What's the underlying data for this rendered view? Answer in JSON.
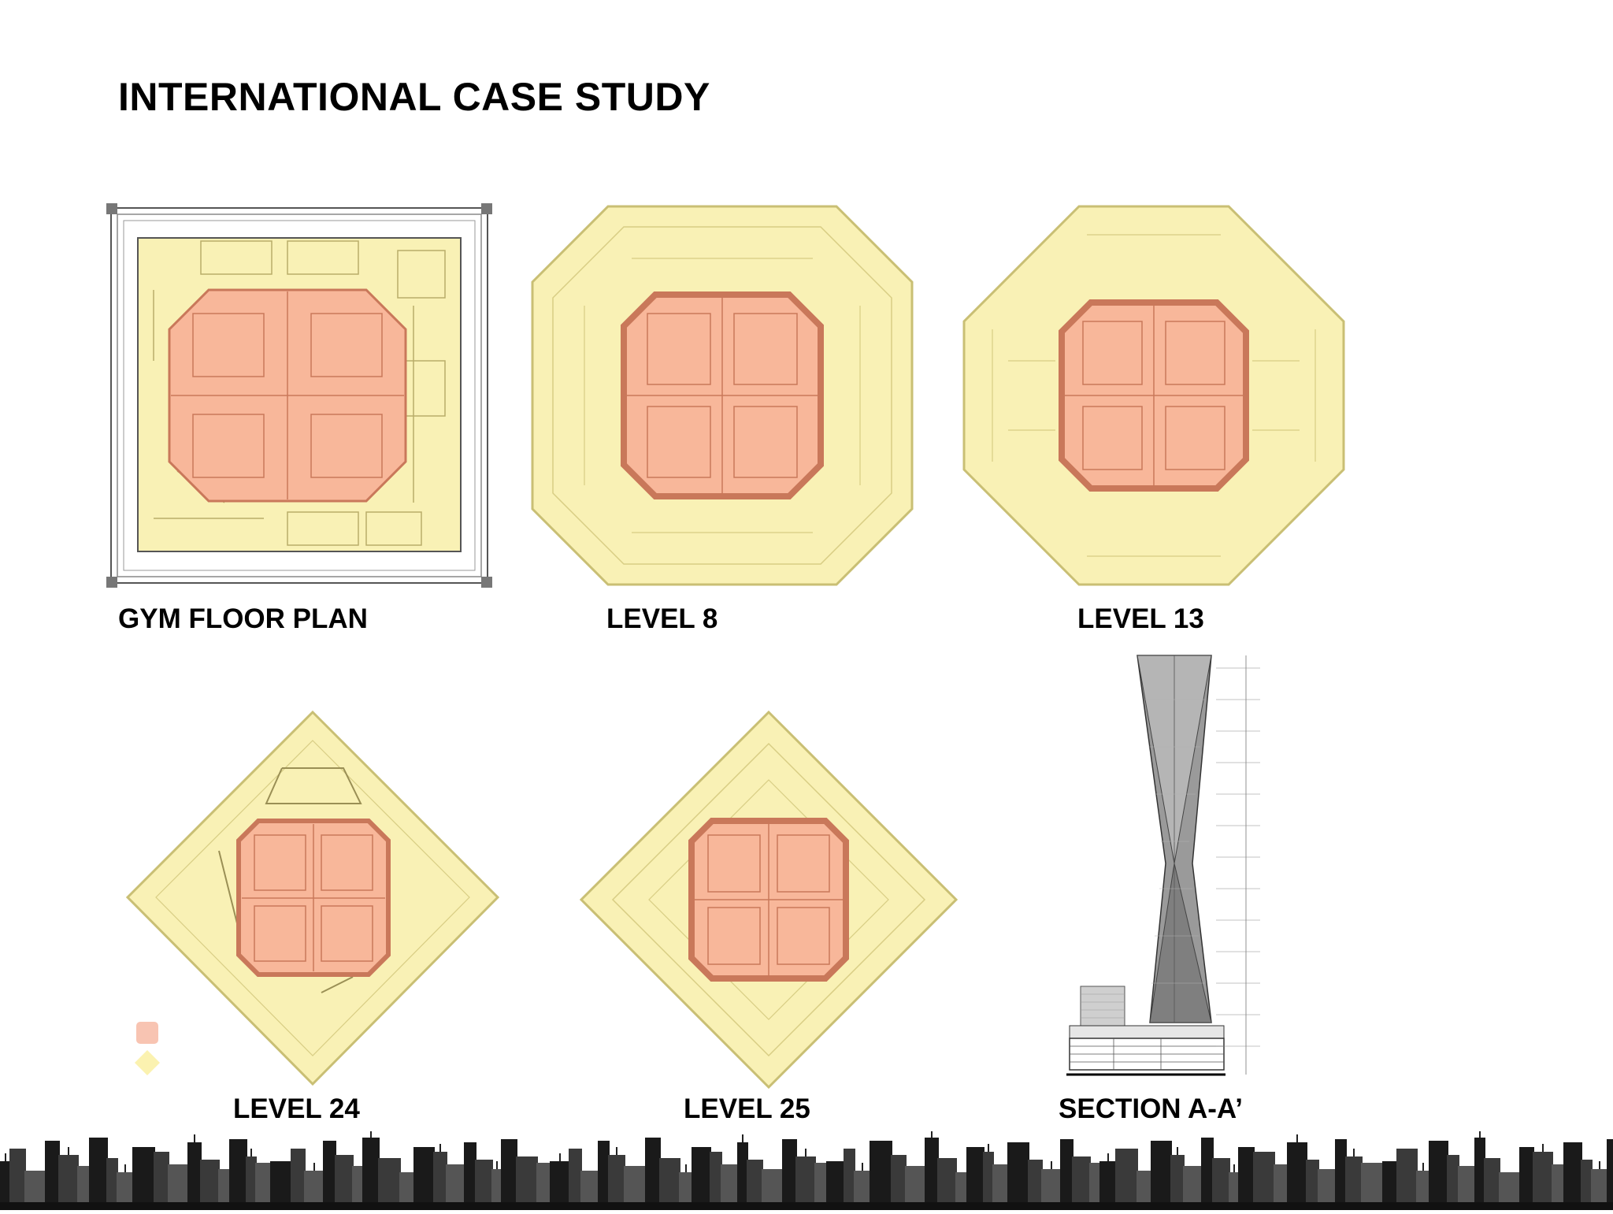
{
  "page": {
    "title": "INTERNATIONAL CASE STUDY"
  },
  "plans": [
    {
      "id": "gym",
      "caption": "GYM FLOOR PLAN"
    },
    {
      "id": "level-8",
      "caption": "LEVEL 8"
    },
    {
      "id": "level-13",
      "caption": "LEVEL 13"
    },
    {
      "id": "level-24",
      "caption": "LEVEL 24"
    },
    {
      "id": "level-25",
      "caption": "LEVEL 25"
    },
    {
      "id": "section",
      "caption": "SECTION A-A’"
    }
  ],
  "colors": {
    "core": "#f8b79a",
    "core_outline": "#c9785a",
    "floor": "#f9f1b5",
    "floor_line": "#c9bf74",
    "ink": "#000000",
    "section_gray": "#8a8a8a"
  },
  "legend": [
    {
      "icon": "square-swatch",
      "color": "#f8c4b2"
    },
    {
      "icon": "diamond-swatch",
      "color": "#fbf2b0"
    }
  ]
}
